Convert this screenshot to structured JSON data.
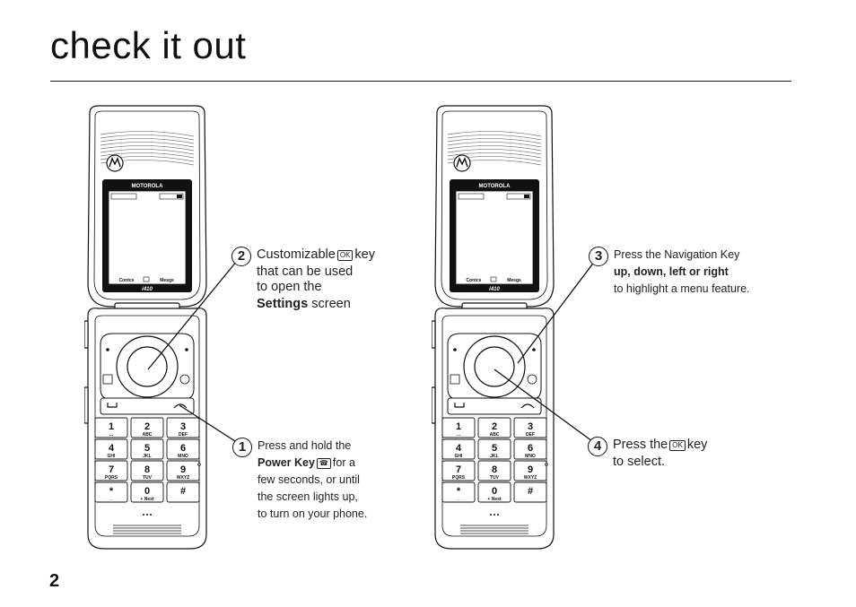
{
  "page": {
    "title": "check it out",
    "page_number": "2"
  },
  "phone": {
    "brand": "MOTOROLA",
    "model": "i410",
    "softkey_left": "Contcs",
    "softkey_right": "Mesgs",
    "keys": [
      {
        "num": "1",
        "letters": "…"
      },
      {
        "num": "2",
        "letters": "ABC"
      },
      {
        "num": "3",
        "letters": "DEF"
      },
      {
        "num": "4",
        "letters": "GHI"
      },
      {
        "num": "5",
        "letters": "JKL"
      },
      {
        "num": "6",
        "letters": "MNO"
      },
      {
        "num": "7",
        "letters": "PQRS"
      },
      {
        "num": "8",
        "letters": "TUV"
      },
      {
        "num": "9",
        "letters": "WXYZ"
      },
      {
        "num": "*",
        "letters": "←"
      },
      {
        "num": "0",
        "letters": "+ Next"
      },
      {
        "num": "#",
        "letters": ""
      }
    ]
  },
  "callouts": {
    "c2": {
      "number": "2",
      "line1_a": "Customizable",
      "key": "OK",
      "line1_b": "key",
      "line2": "that can be used",
      "line3": "to open the",
      "line4_bold": "Settings",
      "line4_rest": "screen"
    },
    "c1": {
      "number": "1",
      "line1": "Press and hold the",
      "line2_bold": "Power Key",
      "line2_rest": "for a",
      "line3": "few seconds, or until",
      "line4": "the screen lights up,",
      "line5": "to turn on your phone."
    },
    "c3": {
      "number": "3",
      "line1": "Press the Navigation Key",
      "line2_bold": "up, down, left or right",
      "line3": "to highlight a menu feature."
    },
    "c4": {
      "number": "4",
      "line1_a": "Press the",
      "key": "OK",
      "line1_b": "key",
      "line2": "to select."
    }
  }
}
